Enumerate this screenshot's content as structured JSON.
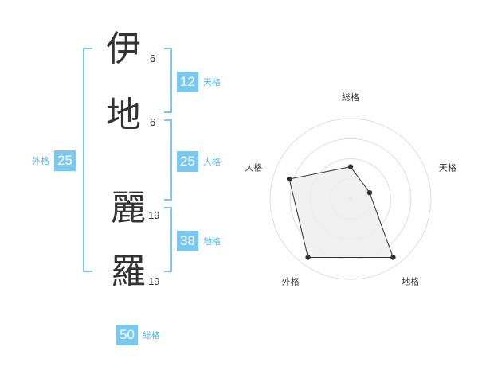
{
  "name": {
    "characters": [
      {
        "char": "伊",
        "strokes": "6"
      },
      {
        "char": "地",
        "strokes": "6"
      },
      {
        "char": "麗",
        "strokes": "19"
      },
      {
        "char": "羅",
        "strokes": "19"
      }
    ]
  },
  "scores": {
    "tenkaku": {
      "value": "12",
      "label": "天格"
    },
    "jinkaku": {
      "value": "25",
      "label": "人格"
    },
    "chikaku": {
      "value": "38",
      "label": "地格"
    },
    "gaikaku": {
      "value": "25",
      "label": "外格"
    },
    "soukaku": {
      "value": "50",
      "label": "総格"
    }
  },
  "chart_data": {
    "type": "radar",
    "axes": [
      "総格",
      "天格",
      "地格",
      "外格",
      "人格"
    ],
    "values": [
      0.4,
      0.25,
      0.9,
      0.9,
      0.8
    ],
    "rings": 4,
    "colors": {
      "fill": "#eeeeee",
      "stroke": "#333333",
      "grid": "#dddddd",
      "accent": "#7cc7ee"
    }
  }
}
